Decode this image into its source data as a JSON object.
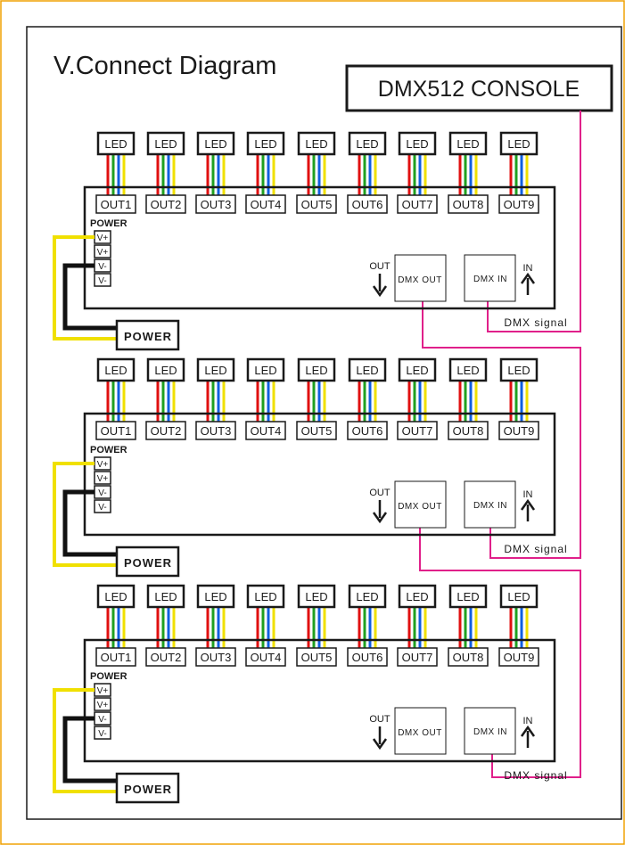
{
  "title": "V.Connect Diagram",
  "console_label": "DMX512 CONSOLE",
  "led_label": "LED",
  "outputs": [
    "OUT1",
    "OUT2",
    "OUT3",
    "OUT4",
    "OUT5",
    "OUT6",
    "OUT7",
    "OUT8",
    "OUT9"
  ],
  "power_header": "POWER",
  "power_pins": [
    "V+",
    "V+",
    "V-",
    "V-"
  ],
  "power_box_label": "POWER",
  "dmx_out_label": "DMX OUT",
  "dmx_in_label": "DMX IN",
  "out_arrow_label": "OUT",
  "in_arrow_label": "IN",
  "signal_label": "DMX  signal",
  "decoder_count": 3,
  "colors": {
    "frame": "#1a1a1a",
    "border": "#f0a000",
    "signal_wire": "#e0208a",
    "power_positive": "#f0e000",
    "power_negative": "#111111",
    "led_wires": [
      "#e01010",
      "#20a020",
      "#1060e0",
      "#f0e000"
    ]
  }
}
